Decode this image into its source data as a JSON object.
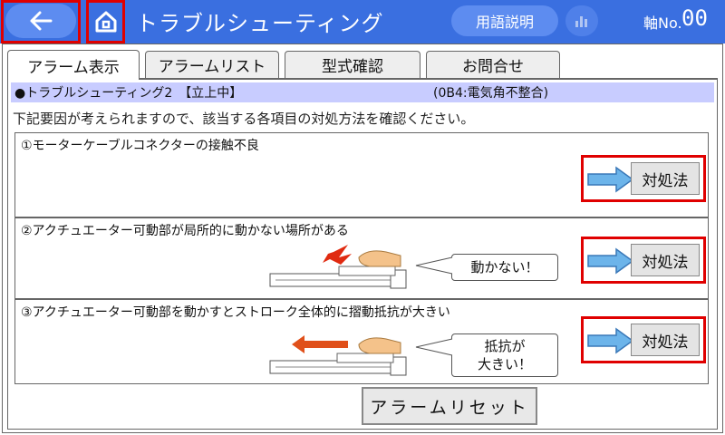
{
  "header": {
    "title": "トラブルシューティング",
    "glossary_label": "用語説明",
    "axis_label": "軸No.",
    "axis_number": "00"
  },
  "tabs": [
    {
      "label": "アラーム表示",
      "active": true
    },
    {
      "label": "アラームリスト",
      "active": false
    },
    {
      "label": "型式確認",
      "active": false
    },
    {
      "label": "お問合せ",
      "active": false
    }
  ],
  "trouble": {
    "title": "●トラブルシューティング2　【立上中】",
    "code": "(0B4:電気角不整合)"
  },
  "intro": "下記要因が考えられますので、該当する各項目の対処方法を確認ください。",
  "causes": [
    {
      "label": "①モーターケーブルコネクターの接触不良",
      "remedy": "対処法"
    },
    {
      "label": "②アクチュエーター可動部が局所的に動かない場所がある",
      "remedy": "対処法",
      "bubble": "動かない！"
    },
    {
      "label": "③アクチュエーター可動部を動かすとストローク全体的に摺動抵抗が大きい",
      "remedy": "対処法",
      "bubble_line1": "抵抗が",
      "bubble_line2": "大きい！"
    }
  ],
  "reset_label": "アラームリセット",
  "colors": {
    "header": "#3a6fe0",
    "header_button": "#5d8cf0",
    "highlight": "#e00000",
    "trouble_bar": "#c8ccff",
    "arrow": "#6cb4ea"
  },
  "icons": {
    "back": "arrow-left-icon",
    "home": "home-icon",
    "chart": "bar-chart-icon",
    "remedy_arrow": "arrow-right-icon"
  }
}
